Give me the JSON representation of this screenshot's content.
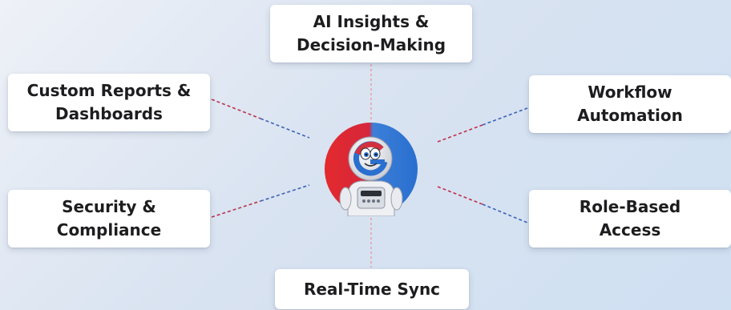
{
  "features": {
    "top": "AI Insights &\nDecision-Making",
    "upper_left": "Custom Reports &\nDashboards",
    "upper_right": "Workflow\nAutomation",
    "lower_left": "Security &\nCompliance",
    "lower_right": "Role-Based\nAccess",
    "bottom": "Real-Time Sync"
  },
  "mascot": {
    "icon": "robot-astronaut-icon",
    "gradient_colors": [
      "#e32a2e",
      "#2f7fd6"
    ]
  },
  "colors": {
    "connector_red": "#c0304a",
    "connector_blue": "#3a64b8",
    "connector_light": "#e6a3a8"
  }
}
